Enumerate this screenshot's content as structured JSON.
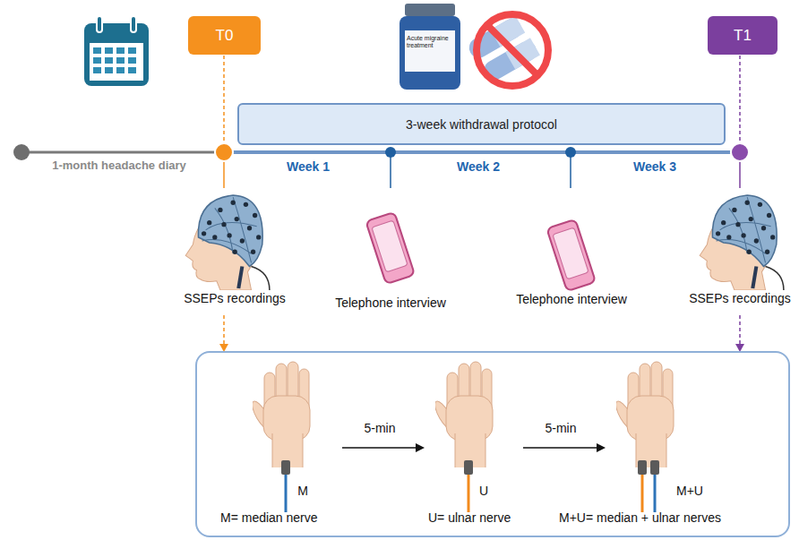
{
  "diagram": {
    "nodes": [
      {
        "text": [
          "T0"
        ]
      },
      {
        "text": [
          "3-week withdrawal protocol"
        ]
      },
      {
        "text": [
          "T1"
        ]
      },
      {
        "text": [
          "M= median nerve",
          "U= ulnar nerve",
          "M+U= median + ulnar nerves"
        ]
      }
    ],
    "labels": [
      "1-month headache diary",
      "Acute migraine treatment",
      "Week 1",
      "Week 2",
      "Week 3",
      "SSEPs recordings",
      "Telephone interview",
      "Telephone interview",
      "SSEPs recordings",
      "M",
      "U",
      "M+U",
      "5-min",
      "5-min"
    ]
  }
}
